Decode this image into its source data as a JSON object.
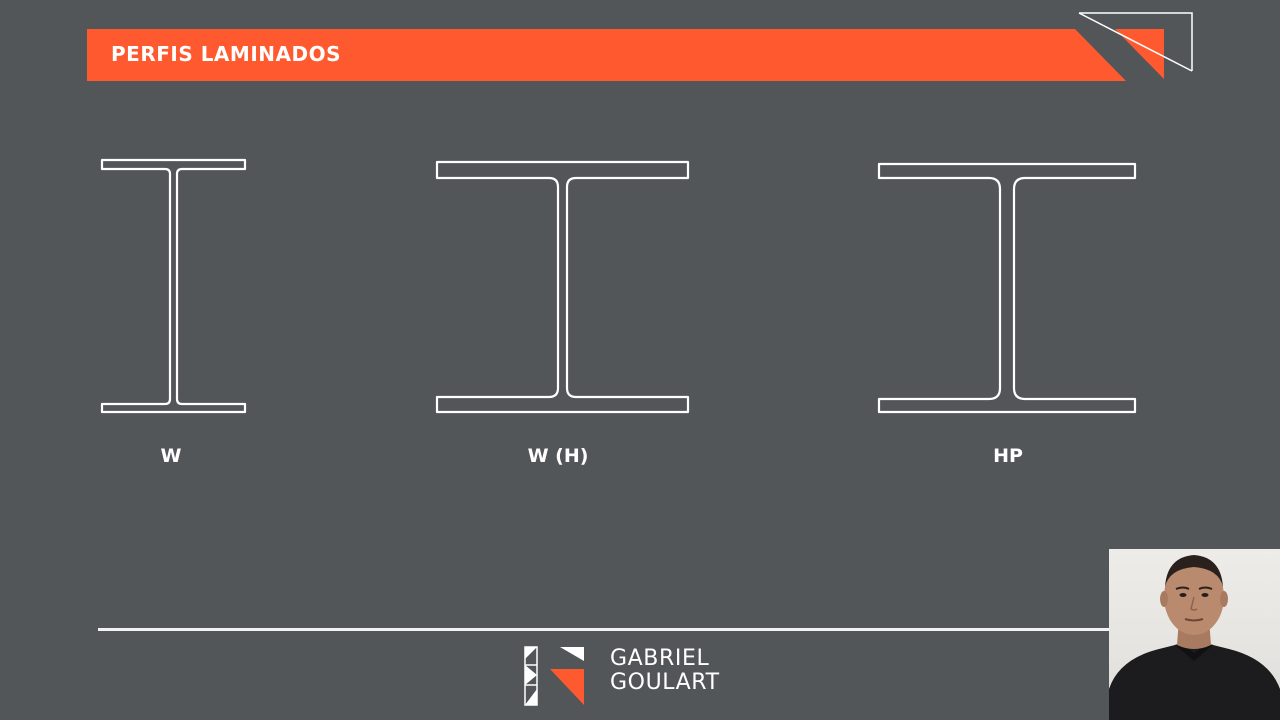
{
  "header": {
    "title": "PERFIS LAMINADOS"
  },
  "diagram": {
    "profiles": [
      {
        "id": "w",
        "label": "W"
      },
      {
        "id": "wh",
        "label": "W (H)"
      },
      {
        "id": "hp",
        "label": "HP"
      }
    ]
  },
  "footer": {
    "brand_line1": "GABRIEL",
    "brand_line2": "GOULART"
  },
  "colors": {
    "background": "#535659",
    "accent": "#ff5a2f",
    "stroke": "#ffffff"
  }
}
